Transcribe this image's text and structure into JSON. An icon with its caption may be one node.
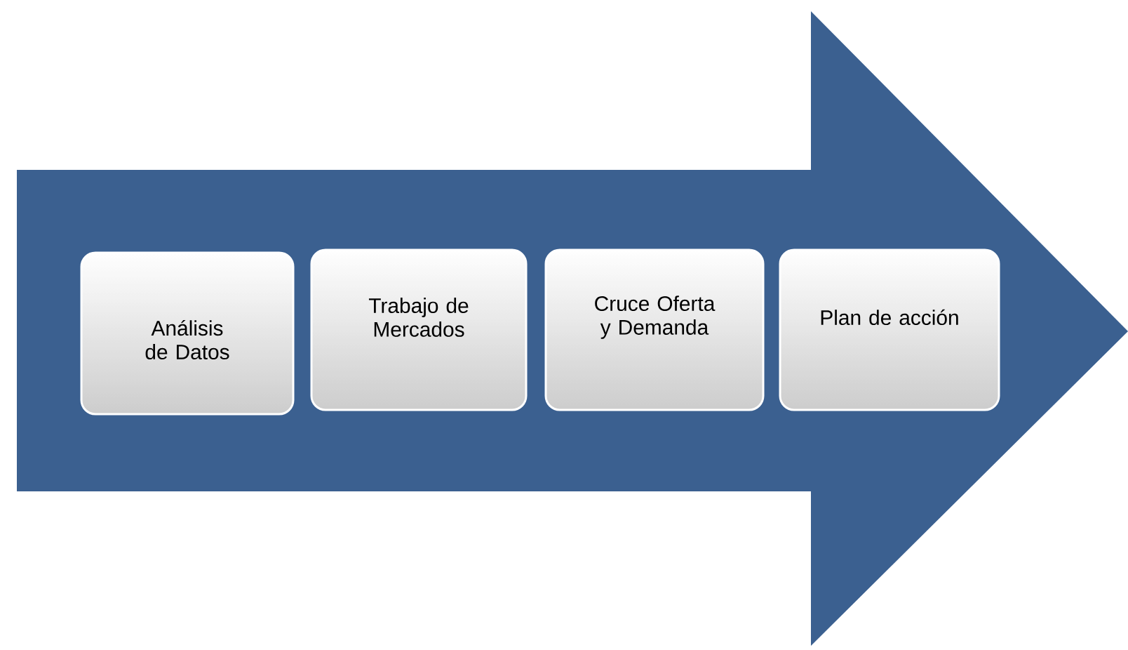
{
  "diagram": {
    "nodes": [
      {
        "text": [],
        "shape": "arrow"
      },
      {
        "text": [
          "Análisis de Datos"
        ],
        "in": 0
      },
      {
        "text": [
          "Trabajo de Mercados"
        ],
        "in": 0
      },
      {
        "text": [
          "Cruce Oferta y Demanda"
        ],
        "in": 0
      },
      {
        "text": [
          "Plan de acción"
        ],
        "in": 0
      }
    ]
  }
}
